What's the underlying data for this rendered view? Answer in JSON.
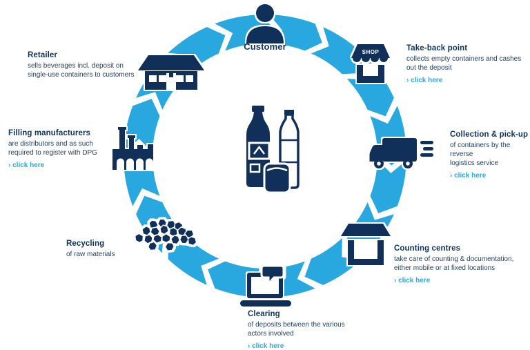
{
  "colors": {
    "cycle_arrow": "#29a8e0",
    "icon_navy": "#103059",
    "heading_navy": "#0e335f",
    "body_text": "#24415f",
    "link_cyan": "#29a8e0"
  },
  "center": {
    "icon": "beverage-containers-icon"
  },
  "stations": {
    "customer": {
      "label": "Customer"
    },
    "takeback": {
      "label": "Take-back point",
      "desc": "collects empty containers and cashes\nout the deposit",
      "link": "› click here",
      "sign": "SHOP"
    },
    "collection": {
      "label": "Collection & pick-up",
      "desc": "of containers by the reverse\nlogistics service",
      "link": "› click here"
    },
    "counting": {
      "label": "Counting centres",
      "desc": "take care of counting & documentation,\neither mobile or at fixed locations",
      "link": "› click here"
    },
    "clearing": {
      "label": "Clearing",
      "desc": "of deposits between the various\nactors involved",
      "link": "› click here"
    },
    "recycling": {
      "label": "Recycling",
      "desc": "of raw materials"
    },
    "filling": {
      "label": "Filling manufacturers",
      "desc": "are distributors and as such\nrequired to register with DPG",
      "link": "› click here"
    },
    "retailer": {
      "label": "Retailer",
      "desc": "sells beverages incl. deposit on\nsingle-use containers to customers"
    }
  }
}
